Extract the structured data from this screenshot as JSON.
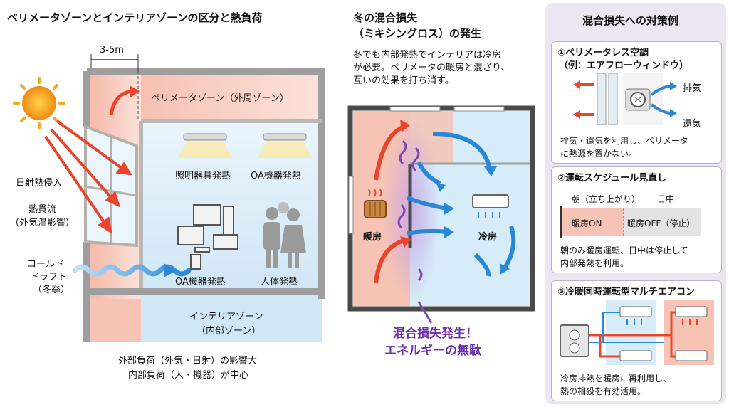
{
  "left": {
    "title": "ペリメータゾーンとインテリアゾーンの区分と熱負荷",
    "dimension": "3-5m",
    "perimeter_zone": "ペリメータゾーン（外周ゾーン）",
    "interior_zone_line1": "インテリアゾーン",
    "interior_zone_line2": "（内部ゾーン）",
    "solar": "日射熱侵入",
    "transmission_line1": "熱貫流",
    "transmission_line2": "（外気温影響）",
    "draft_line1": "コールド",
    "draft_line2": "ドラフト",
    "draft_line3": "（冬季）",
    "lighting": "照明器具発熱",
    "oa_top": "OA機器発熱",
    "oa_bottom": "OA機器発熱",
    "human": "人体発熱",
    "caption_line1": "外部負荷（外気・日射）の影響大",
    "caption_line2": "内部負荷（人・機器）が中心"
  },
  "middle": {
    "title_line1": "冬の混合損失",
    "title_line2": "（ミキシングロス）の発生",
    "desc_line1": "冬でも内部発熱でインテリアは冷房",
    "desc_line2": "が必要。ペリメータの暖房と混ざり、",
    "desc_line3": "互いの効果を打ち消す。",
    "heating": "暖房",
    "cooling": "冷房",
    "alert_line1": "混合損失発生！",
    "alert_line2": "エネルギーの無駄"
  },
  "right": {
    "title": "混合損失への対策例",
    "card1": {
      "heading_line1": "①ペリメータレス空調",
      "heading_line2": "（例：エアフローウィンドウ）",
      "exhaust": "排気",
      "return": "還気",
      "desc_line1": "排気・還気を利用し、ペリメータ",
      "desc_line2": "に熱源を置かない。"
    },
    "card2": {
      "heading": "②運転スケジュール見直し",
      "morning": "朝（立ち上がり）",
      "daytime": "日中",
      "heat_on": "暖房ON",
      "heat_off": "暖房OFF（停止）",
      "desc_line1": "朝のみ暖房運転、日中は停止して",
      "desc_line2": "内部発熱を利用。"
    },
    "card3": {
      "heading": "③冷暖同時運転型マルチエアコン",
      "desc_line1": "冷房排熱を暖房に再利用し、",
      "desc_line2": "熱の相殺を有効活用。"
    }
  },
  "colors": {
    "perimeter": "#f6c6b8",
    "interior": "#d6ecf8",
    "wall": "#9e9e9e",
    "heat_arrow": "#e8452c",
    "cool_arrow": "#2a86d6",
    "mix": "#8a4fc0",
    "panel": "#ebe6f2"
  }
}
